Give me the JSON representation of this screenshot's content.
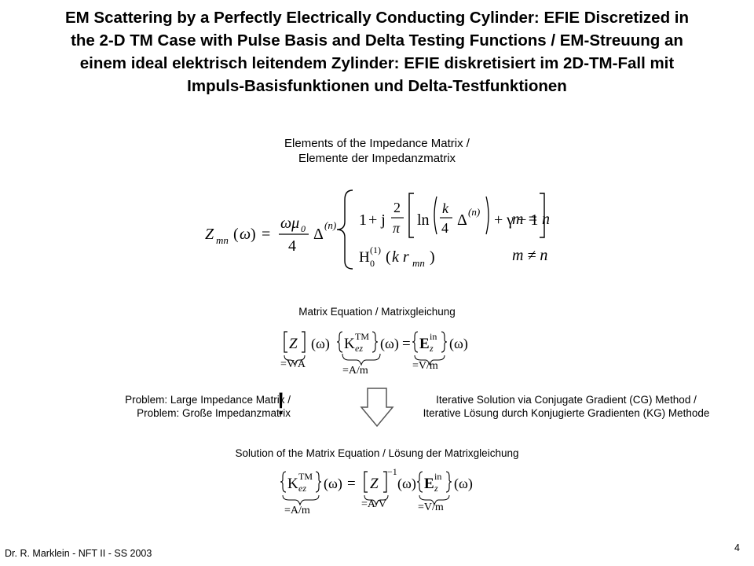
{
  "title": {
    "line1": "EM Scattering by a Perfectly Electrically Conducting Cylinder: EFIE Discretized in",
    "line2": "the 2-D TM Case with Pulse Basis and Delta Testing Functions / EM-Streuung an",
    "line3": "einem ideal elektrisch leitendem Zylinder: EFIE diskretisiert im 2D-TM-Fall mit",
    "line4": "Impuls-Basisfunktionen und Delta-Testfunktionen"
  },
  "impedance_caption": {
    "line1": "Elements of the Impedance Matrix /",
    "line2": "Elemente der Impedanzmatrix"
  },
  "impedance_formula": {
    "lhs": "Z",
    "lhs_sub": "mn",
    "omega": "ω",
    "omega_mu": "ωμ",
    "mu_sub": "0",
    "four": "4",
    "delta": "Δ",
    "n_sup": "(n)",
    "case1_one": "1",
    "case1_plus_j": "+ j",
    "two": "2",
    "pi": "π",
    "ln": "ln",
    "k": "k",
    "plus_gamma_minus_one": "+ γ − 1",
    "case1_cond": "m = n",
    "hankel": "H",
    "hankel_sup": "(1)",
    "hankel_sub": "0",
    "hankel_arg_k": "k r",
    "hankel_arg_sub": "mn",
    "case2_cond": "m ≠ n"
  },
  "matrix_eq_caption": "Matrix Equation / Matrixgleichung",
  "matrix_eq": {
    "Z": "Z",
    "K": "K",
    "K_sup": "TM",
    "K_sub": "ez",
    "E": "E",
    "E_sup": "in",
    "E_sub": "z",
    "omega": "(ω)",
    "equals": "=",
    "unit_Z": "=V/A",
    "unit_K": "=A/m",
    "unit_E": "=V/m"
  },
  "problem": {
    "line1": "Problem: Large Impedance Matrix /",
    "line2": "Problem: Große Impedanzmatrix",
    "exclamation": "!"
  },
  "iterative": {
    "line1": "Iterative Solution via Conjugate Gradient (CG) Method /",
    "line2": "Iterative Lösung durch Konjugierte Gradienten (KG) Methode"
  },
  "solution_caption": "Solution of the Matrix Equation / Lösung der Matrixgleichung",
  "solution_eq": {
    "inverse_sup": "−1",
    "unit_K": "=A/m",
    "unit_Zinv": "=A/V",
    "unit_E": "=V/m"
  },
  "footer": {
    "author": "Dr. R. Marklein - NFT II - SS 2003",
    "page": "4"
  },
  "icons": {
    "arrow": "down-arrow-icon"
  }
}
